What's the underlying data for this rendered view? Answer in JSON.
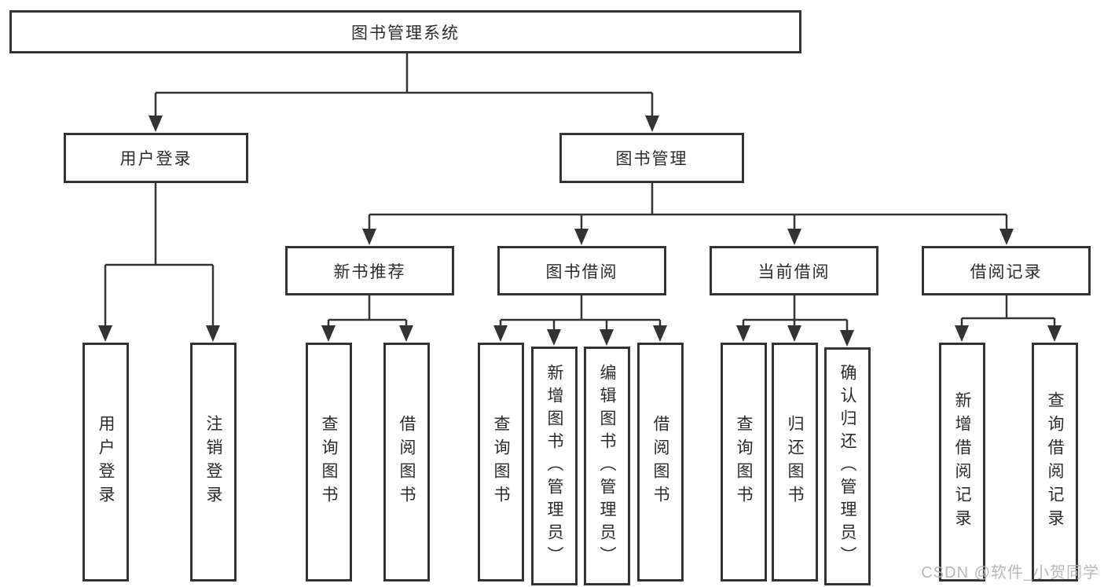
{
  "colors": {
    "line": "#333333",
    "node_border": "#333333",
    "node_text": "#2b2b2b",
    "background": "#ffffff",
    "watermark": "#b2b2b2"
  },
  "tree": {
    "root": "图书管理系统",
    "branches": [
      {
        "label": "用户登录",
        "children": [
          "用户登录",
          "注销登录"
        ]
      },
      {
        "label": "图书管理",
        "children": [
          {
            "label": "新书推荐",
            "children": [
              "查询图书",
              "借阅图书"
            ]
          },
          {
            "label": "图书借阅",
            "children": [
              "查询图书",
              "新增图书（管理员）",
              "编辑图书（管理员）",
              "借阅图书"
            ]
          },
          {
            "label": "当前借阅",
            "children": [
              "查询图书",
              "归还图书",
              "确认归还（管理员）"
            ]
          },
          {
            "label": "借阅记录",
            "children": [
              "新增借阅记录",
              "查询借阅记录"
            ]
          }
        ]
      }
    ]
  },
  "watermark": {
    "text": "CSDN @软件_小贺同学"
  }
}
